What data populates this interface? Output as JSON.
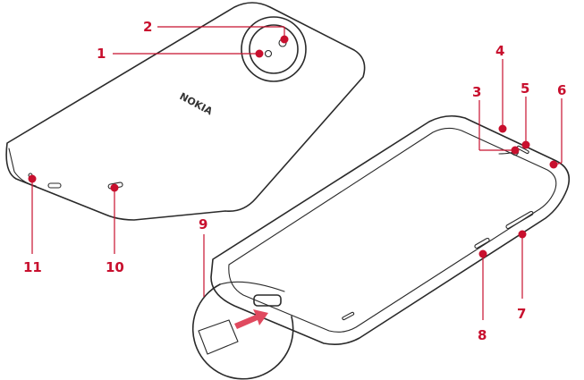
{
  "brand": "NOKIA",
  "colors": {
    "accent": "#c8102e",
    "line": "#2a2a2a",
    "background": "#ffffff"
  },
  "callouts": [
    {
      "id": "1",
      "label": "1"
    },
    {
      "id": "2",
      "label": "2"
    },
    {
      "id": "3",
      "label": "3"
    },
    {
      "id": "4",
      "label": "4"
    },
    {
      "id": "5",
      "label": "5"
    },
    {
      "id": "6",
      "label": "6"
    },
    {
      "id": "7",
      "label": "7"
    },
    {
      "id": "8",
      "label": "8"
    },
    {
      "id": "9",
      "label": "9"
    },
    {
      "id": "10",
      "label": "10"
    },
    {
      "id": "11",
      "label": "11"
    }
  ]
}
